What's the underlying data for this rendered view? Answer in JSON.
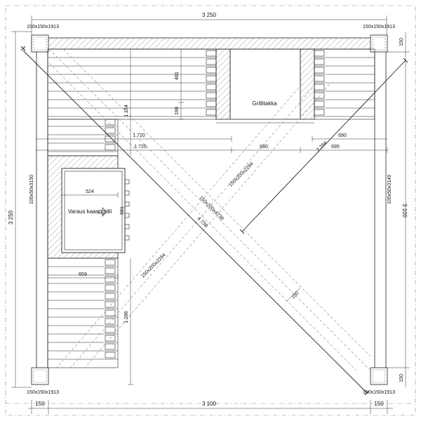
{
  "dimensions": {
    "top_width": "3 250",
    "bottom_width": "3 100",
    "bottom_left_post": "150",
    "bottom_right_post": "150",
    "left_height": "3 250",
    "right_height": "3 100",
    "right_top_post": "150",
    "right_bottom_post": "150",
    "d_1720": "1 720",
    "d_690": "690",
    "d_1725": "1 725",
    "d_680": "680",
    "d_695": "695",
    "d_481": "481",
    "d_198": "198",
    "d_1164": "1 164",
    "d_524": "524",
    "d_659": "659",
    "d_1286": "1 286",
    "d_2294": "2 294",
    "d_4738": "4 738",
    "d_150_diag": "150",
    "d_681": "681"
  },
  "posts": {
    "top_left": "150x150x1913",
    "top_right": "150x150x1913",
    "bottom_left": "150x150x1913",
    "bottom_right": "150x150x1913"
  },
  "beams": {
    "left": "100x50x3150",
    "right": "100x50x3149",
    "brace_upper": "150x200x2294",
    "brace_lower": "150x200x2294",
    "brace_long": "150x200x4738"
  },
  "labels": {
    "grill_fireplace": "Grillitakka",
    "gas_grill": "Varaus kaasugrilli"
  }
}
